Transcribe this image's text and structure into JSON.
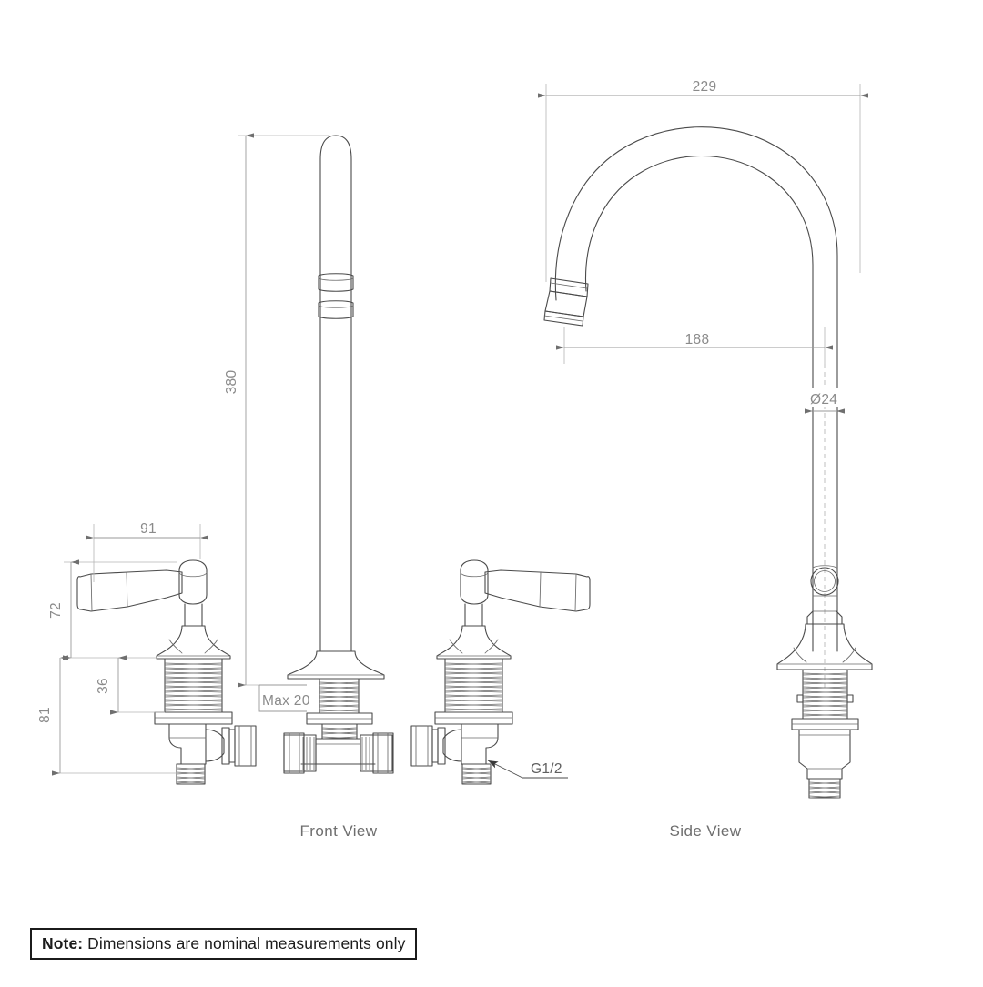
{
  "document": {
    "type": "technical-dimension-drawing",
    "product": "Deck mounted 3-hole basin tap set with lever handles and swan-neck spout",
    "units": "mm"
  },
  "views": [
    {
      "id": "front",
      "title": "Front View"
    },
    {
      "id": "side",
      "title": "Side View"
    }
  ],
  "dimensions": {
    "spout_reach": {
      "value": "229",
      "label": "229"
    },
    "spout_outlet_reach": {
      "value": "188",
      "label": "188"
    },
    "spout_tube_diameter": {
      "value": "24",
      "label": "Ø24"
    },
    "overall_height": {
      "value": "380",
      "label": "380"
    },
    "handle_width": {
      "value": "91",
      "label": "91"
    },
    "handle_height": {
      "value": "72",
      "label": "72"
    },
    "thread_length": {
      "value": "36",
      "label": "36"
    },
    "below_deck_height": {
      "value": "81",
      "label": "81"
    },
    "max_deck_thickness": {
      "value": "Max 20",
      "label": "Max 20"
    },
    "inlet_connection": {
      "value": "G1/2",
      "label": "G1/2"
    }
  },
  "note": {
    "label": "Note:",
    "text": " Dimensions are nominal measurements only"
  },
  "colors": {
    "outline": "#4a4a4a",
    "dimension_line": "#9a9a9a",
    "dimension_text": "#8a8a8a",
    "title_text": "#6e6e6e",
    "note_border": "#1b1b1b",
    "background": "#ffffff"
  }
}
